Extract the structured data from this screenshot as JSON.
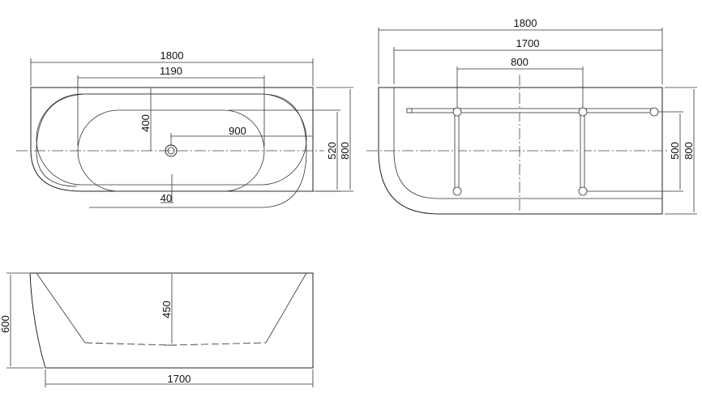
{
  "top_view": {
    "overall_length": "1800",
    "inner_length": "1190",
    "drain_to_center_depth": "400",
    "drain_to_end": "900",
    "inner_width": "520",
    "overall_width": "800",
    "rim_offset": "40"
  },
  "frame_view": {
    "overall_length": "1800",
    "inner_length": "1700",
    "leg_spacing": "800",
    "leg_span": "500",
    "overall_width": "800"
  },
  "side_view": {
    "height": "600",
    "inner_depth": "450",
    "base_length": "1700"
  }
}
